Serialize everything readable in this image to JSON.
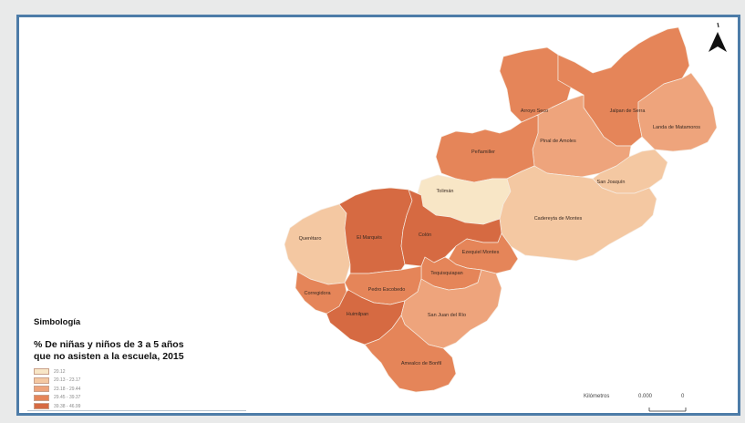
{
  "map": {
    "frame_color": "#4d7ca8",
    "municipalities": [
      {
        "name": "Arroyo Seco",
        "color": "#e58559"
      },
      {
        "name": "Jalpan de Serra",
        "color": "#e58559"
      },
      {
        "name": "Landa de Matamoros",
        "color": "#eea47c"
      },
      {
        "name": "Pinal de Amoles",
        "color": "#eea47c"
      },
      {
        "name": "Peñamiller",
        "color": "#e58559"
      },
      {
        "name": "San Joaquín",
        "color": "#f4c8a2"
      },
      {
        "name": "Tolimán",
        "color": "#f8e6c6"
      },
      {
        "name": "Cadereyta de Montes",
        "color": "#f4c8a2"
      },
      {
        "name": "Querétaro",
        "color": "#f4c8a2"
      },
      {
        "name": "El Marqués",
        "color": "#d66a42"
      },
      {
        "name": "Colón",
        "color": "#d66a42"
      },
      {
        "name": "Ezequiel Montes",
        "color": "#e58559"
      },
      {
        "name": "Tequisquiapan",
        "color": "#e58559"
      },
      {
        "name": "Corregidora",
        "color": "#e58559"
      },
      {
        "name": "Pedro Escobedo",
        "color": "#e58559"
      },
      {
        "name": "Huimilpan",
        "color": "#d66a42"
      },
      {
        "name": "San Juan del Río",
        "color": "#eea47c"
      },
      {
        "name": "Amealco de Bonfil",
        "color": "#e58559"
      }
    ]
  },
  "legend": {
    "heading": "Simbología",
    "title_line1": "% De niñas y niños de 3 a 5 años",
    "title_line2": "que no asisten a la escuela, 2015",
    "classes": [
      {
        "label": "20.12",
        "color": "#f8e6c6"
      },
      {
        "label": "20.13 - 23.17",
        "color": "#f4c8a2"
      },
      {
        "label": "23.18 - 29.44",
        "color": "#eea47c"
      },
      {
        "label": "29.45 - 39.37",
        "color": "#e58559"
      },
      {
        "label": "39.38 - 46.99",
        "color": "#d66a42"
      }
    ]
  },
  "scale_bar": {
    "unit_label": "Kilómetros",
    "value_label": "0.000",
    "zero_label": "0"
  },
  "north_arrow": {
    "icon": "north-arrow-icon"
  }
}
